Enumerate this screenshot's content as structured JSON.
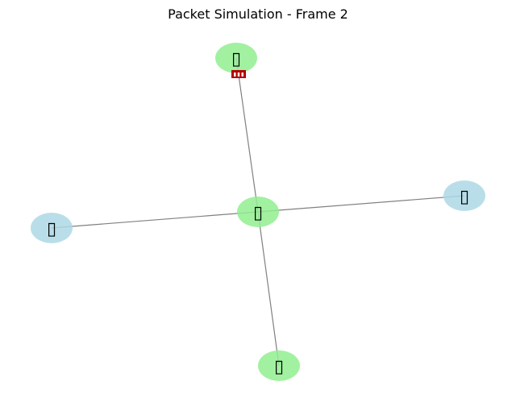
{
  "title": "Packet Simulation - Frame 2",
  "colors": {
    "host_node": "#add8e6",
    "router_node": "#90ee90",
    "edge": "#808080",
    "packet": "#b30000",
    "glyph_box": "#000000"
  },
  "nodes": [
    {
      "id": "top",
      "kind": "router",
      "glyph": "▯",
      "icon": "missing-glyph-icon"
    },
    {
      "id": "center",
      "kind": "router",
      "glyph": "▯",
      "icon": "missing-glyph-icon"
    },
    {
      "id": "left",
      "kind": "host",
      "glyph": "▯",
      "icon": "missing-glyph-icon"
    },
    {
      "id": "right",
      "kind": "host",
      "glyph": "▯",
      "icon": "missing-glyph-icon"
    },
    {
      "id": "bottom",
      "kind": "router",
      "glyph": "▯",
      "icon": "missing-glyph-icon"
    }
  ],
  "edges": [
    {
      "from": "center",
      "to": "top"
    },
    {
      "from": "center",
      "to": "left"
    },
    {
      "from": "center",
      "to": "right"
    },
    {
      "from": "center",
      "to": "bottom"
    }
  ],
  "packets": [
    {
      "edge": "center-top",
      "icon": "packet-icon"
    }
  ]
}
